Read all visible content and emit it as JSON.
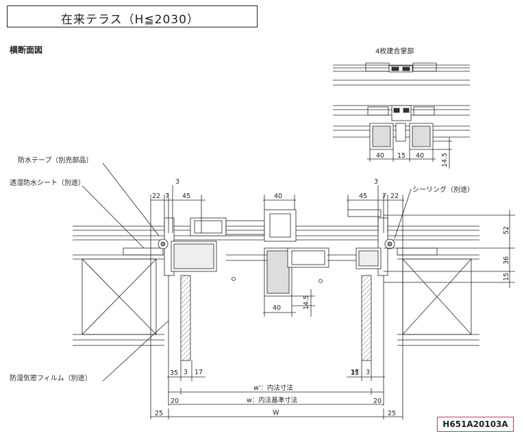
{
  "title": "在来テラス（H≦2030）",
  "section_label": "横断面図",
  "detail_label": "4枚建合掌部",
  "callouts": {
    "waterproof_tape": "防水テープ（別売部品）",
    "moisture_sheet": "透湿防水シート（別途）",
    "sealing": "シーリング（別途）",
    "airtight_film": "防湿気密フィルム（別途）"
  },
  "dims": {
    "d3_left": "3",
    "d22_left": "22",
    "d7_left": "7",
    "d45_left": "45",
    "d40_top": "40",
    "d3_right": "3",
    "d45_right": "45",
    "d7_right": "7",
    "d22_right": "22",
    "d52": "52",
    "d36": "36",
    "d15_side": "15",
    "d40_bottom": "40",
    "d14_5": "14.5",
    "detail_40a": "40",
    "detail_15": "15",
    "detail_40b": "40",
    "detail_14_5": "14.5",
    "d35_left": "35",
    "d35_right": "35",
    "d3_bot_left": "3",
    "d17_left": "17",
    "d17_right": "17",
    "d3_bot_right": "3",
    "d20_left": "20",
    "d20_right": "20",
    "d25_left": "25",
    "d25_right": "25",
    "w_prime": "w'：内法寸法",
    "w_std": "w：内法基準寸法",
    "W": "W"
  },
  "code": "H651A20103A"
}
